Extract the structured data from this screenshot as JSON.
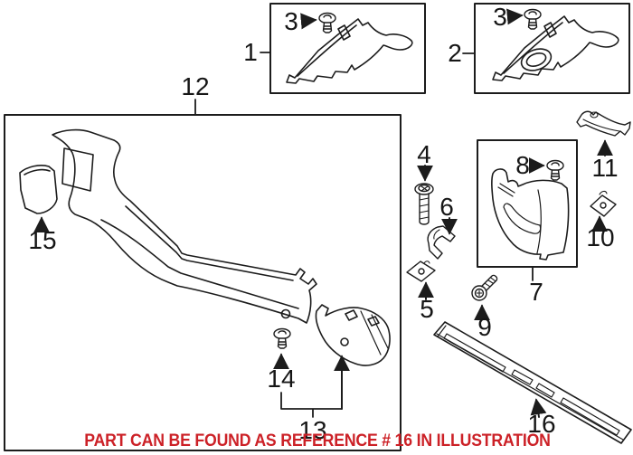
{
  "canvas": {
    "background_color": "#ffffff",
    "line_color": "#1c1c1c"
  },
  "notice": {
    "text": "PART CAN BE FOUND AS REFERENCE # 16 IN ILLUSTRATION",
    "color": "#cc2127"
  },
  "refs": {
    "r1": "1",
    "r2": "2",
    "r3_left": "3",
    "r3_right": "3",
    "r4": "4",
    "r5": "5",
    "r6": "6",
    "r7": "7",
    "r8": "8",
    "r9": "9",
    "r10": "10",
    "r11": "11",
    "r12": "12",
    "r13": "13",
    "r14": "14",
    "r15": "15",
    "r16": "16"
  },
  "figures": [
    {
      "ref": "1",
      "icon": "pillar-trim-panel-icon",
      "boxed": true
    },
    {
      "ref": "2",
      "icon": "pillar-trim-panel-with-hole-icon",
      "boxed": true
    },
    {
      "ref": "3",
      "icon": "push-pin-clip-icon",
      "boxed": false
    },
    {
      "ref": "4",
      "icon": "screw-icon",
      "boxed": false
    },
    {
      "ref": "5",
      "icon": "square-nut-clip-icon",
      "boxed": false
    },
    {
      "ref": "6",
      "icon": "edge-clip-icon",
      "boxed": false
    },
    {
      "ref": "7",
      "icon": "pillar-lower-trim-panel-icon",
      "boxed": true
    },
    {
      "ref": "8",
      "icon": "push-pin-clip-icon",
      "boxed": false
    },
    {
      "ref": "9",
      "icon": "angled-screw-icon",
      "boxed": false
    },
    {
      "ref": "10",
      "icon": "square-clip-icon",
      "boxed": false
    },
    {
      "ref": "11",
      "icon": "curved-bracket-icon",
      "boxed": false
    },
    {
      "ref": "12",
      "icon": "door-sill-kick-panel-icon",
      "boxed": true
    },
    {
      "ref": "13",
      "icon": "mounting-bracket-icon",
      "boxed": false
    },
    {
      "ref": "14",
      "icon": "push-pin-clip-icon",
      "boxed": false
    },
    {
      "ref": "15",
      "icon": "access-cover-icon",
      "boxed": false
    },
    {
      "ref": "16",
      "icon": "sill-scuff-plate-icon",
      "boxed": false
    }
  ]
}
